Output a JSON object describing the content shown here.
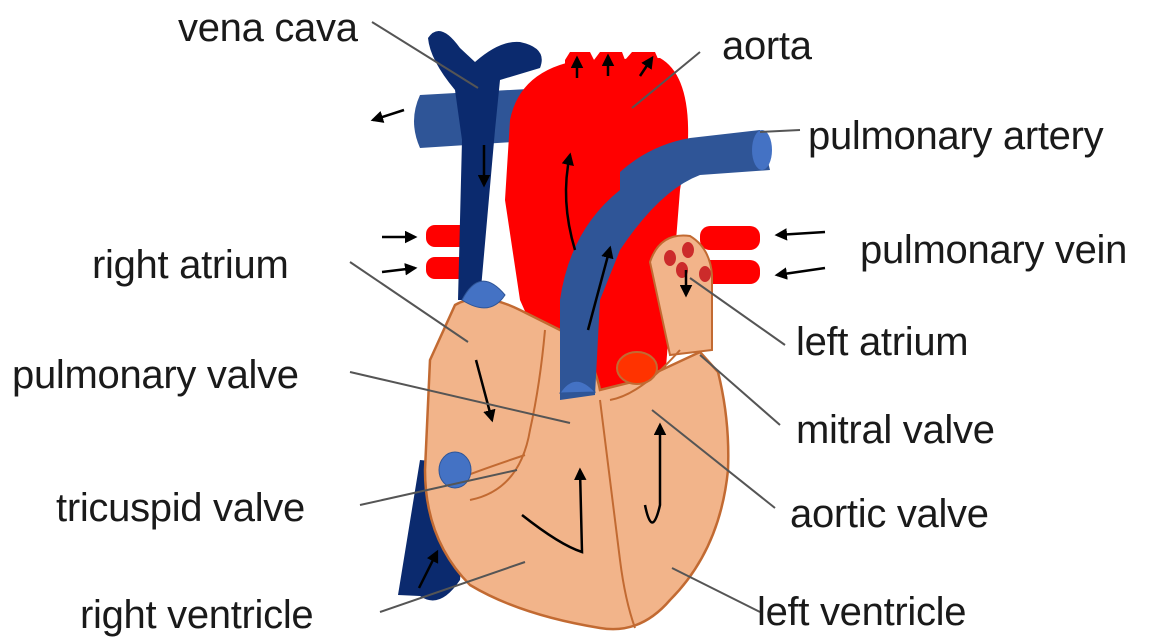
{
  "labels": {
    "vena_cava": "vena cava",
    "aorta": "aorta",
    "pulmonary_artery": "pulmonary artery",
    "pulmonary_vein": "pulmonary vein",
    "right_atrium": "right atrium",
    "left_atrium": "left atrium",
    "pulmonary_valve": "pulmonary valve",
    "mitral_valve": "mitral valve",
    "tricuspid_valve": "tricuspid valve",
    "aortic_valve": "aortic valve",
    "right_ventricle": "right ventricle",
    "left_ventricle": "left ventricle"
  },
  "colors": {
    "muscle": "#f2b48a",
    "muscle_outline": "#c26a32",
    "oxygenated": "#ff0000",
    "deoxygenated_dark": "#0b2a6e",
    "deoxygenated": "#2f5597",
    "valve_blue": "#4472c4",
    "arrow": "#000000"
  }
}
